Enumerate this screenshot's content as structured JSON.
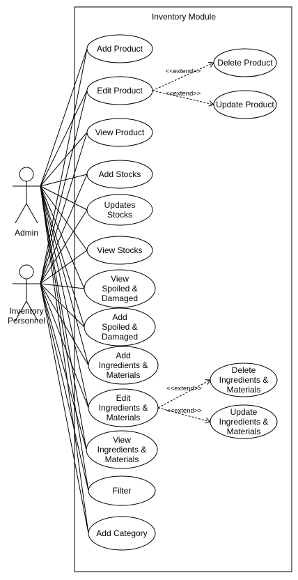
{
  "system": {
    "title": "Inventory Module"
  },
  "actors": [
    {
      "id": "admin",
      "label_lines": [
        "Admin"
      ]
    },
    {
      "id": "inventory_personnel",
      "label_lines": [
        "Inventory",
        "Personnel"
      ]
    }
  ],
  "use_cases": [
    {
      "id": "add_product",
      "lines": [
        "Add Product"
      ]
    },
    {
      "id": "edit_product",
      "lines": [
        "Edit Product"
      ]
    },
    {
      "id": "view_product",
      "lines": [
        "View Product"
      ]
    },
    {
      "id": "add_stocks",
      "lines": [
        "Add Stocks"
      ]
    },
    {
      "id": "updates_stocks",
      "lines": [
        "Updates",
        "Stocks"
      ]
    },
    {
      "id": "view_stocks",
      "lines": [
        "View Stocks"
      ]
    },
    {
      "id": "view_spoiled",
      "lines": [
        "View",
        "Spoiled &",
        "Damaged"
      ]
    },
    {
      "id": "add_spoiled",
      "lines": [
        "Add",
        "Spoiled &",
        "Damaged"
      ]
    },
    {
      "id": "add_ingredients",
      "lines": [
        "Add",
        "Ingredients &",
        "Materials"
      ]
    },
    {
      "id": "edit_ingredients",
      "lines": [
        "Edit",
        "Ingredients &",
        "Materials"
      ]
    },
    {
      "id": "view_ingredients",
      "lines": [
        "View",
        "Ingredients &",
        "Materials"
      ]
    },
    {
      "id": "filter",
      "lines": [
        "Filter"
      ]
    },
    {
      "id": "add_category",
      "lines": [
        "Add Category"
      ]
    },
    {
      "id": "delete_product",
      "lines": [
        "Delete Product"
      ]
    },
    {
      "id": "update_product",
      "lines": [
        "Update Product"
      ]
    },
    {
      "id": "delete_ingredients",
      "lines": [
        "Delete",
        "Ingredients &",
        "Materials"
      ]
    },
    {
      "id": "update_ingredients",
      "lines": [
        "Update",
        "Ingredients &",
        "Materials"
      ]
    }
  ],
  "associations": {
    "actors": [
      "admin",
      "inventory_personnel"
    ],
    "use_cases": [
      "add_product",
      "edit_product",
      "view_product",
      "add_stocks",
      "updates_stocks",
      "view_stocks",
      "view_spoiled",
      "add_spoiled",
      "add_ingredients",
      "edit_ingredients",
      "view_ingredients",
      "filter",
      "add_category"
    ]
  },
  "extends": [
    {
      "from": "delete_product",
      "to": "edit_product",
      "label": "<<extend>>"
    },
    {
      "from": "update_product",
      "to": "edit_product",
      "label": "<<extend>>"
    },
    {
      "from": "delete_ingredients",
      "to": "edit_ingredients",
      "label": "<<extend>>"
    },
    {
      "from": "update_ingredients",
      "to": "edit_ingredients",
      "label": "<<extend>>"
    }
  ]
}
